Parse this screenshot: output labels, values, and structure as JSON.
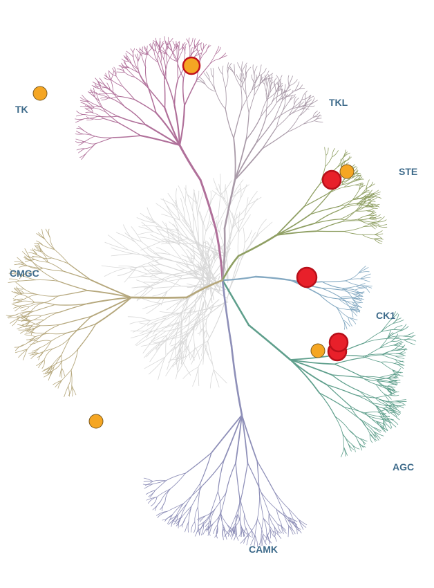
{
  "groups": [
    {
      "id": "TK",
      "label": "TK",
      "color": "#b0709a"
    },
    {
      "id": "TKL",
      "label": "TKL",
      "color": "#a99aa8"
    },
    {
      "id": "STE",
      "label": "STE",
      "color": "#8f9f63"
    },
    {
      "id": "CK1",
      "label": "CK1",
      "color": "#84a9c2"
    },
    {
      "id": "AGC",
      "label": "AGC",
      "color": "#5f9f8c"
    },
    {
      "id": "CAMK",
      "label": "CAMK",
      "color": "#8e8fb8"
    },
    {
      "id": "CMGC",
      "label": "CMGC",
      "color": "#b5a77c"
    },
    {
      "id": "OTHER",
      "label": "",
      "color": "#d8d8d8"
    }
  ],
  "markers": {
    "orange": "#f5a623",
    "red": "#e8202a",
    "red_outline": "#c0101c"
  }
}
